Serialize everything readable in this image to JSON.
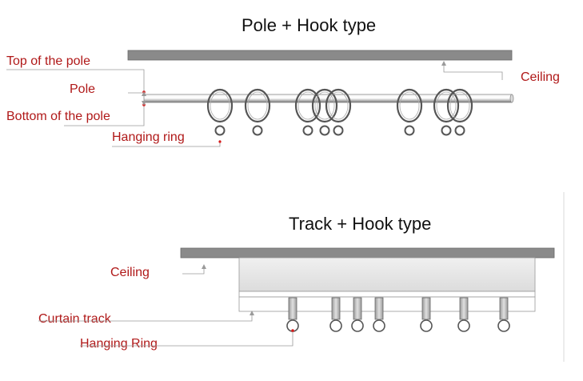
{
  "pole_section": {
    "title": "Pole + Hook type",
    "labels": {
      "top_of_pole": "Top of the pole",
      "pole": "Pole",
      "bottom_of_pole": "Bottom of the pole",
      "hanging_ring": "Hanging ring",
      "ceiling": "Ceiling"
    }
  },
  "track_section": {
    "title": "Track + Hook type",
    "labels": {
      "ceiling": "Ceiling",
      "curtain_track": "Curtain track",
      "hanging_ring": "Hanging Ring"
    }
  },
  "colors": {
    "label_text": "#b01818",
    "ceiling_bar": "#8a8a8a",
    "track_box": "#e6e6e6",
    "leader_line": "#9a9a9a",
    "marker_dot": "#d81818"
  }
}
